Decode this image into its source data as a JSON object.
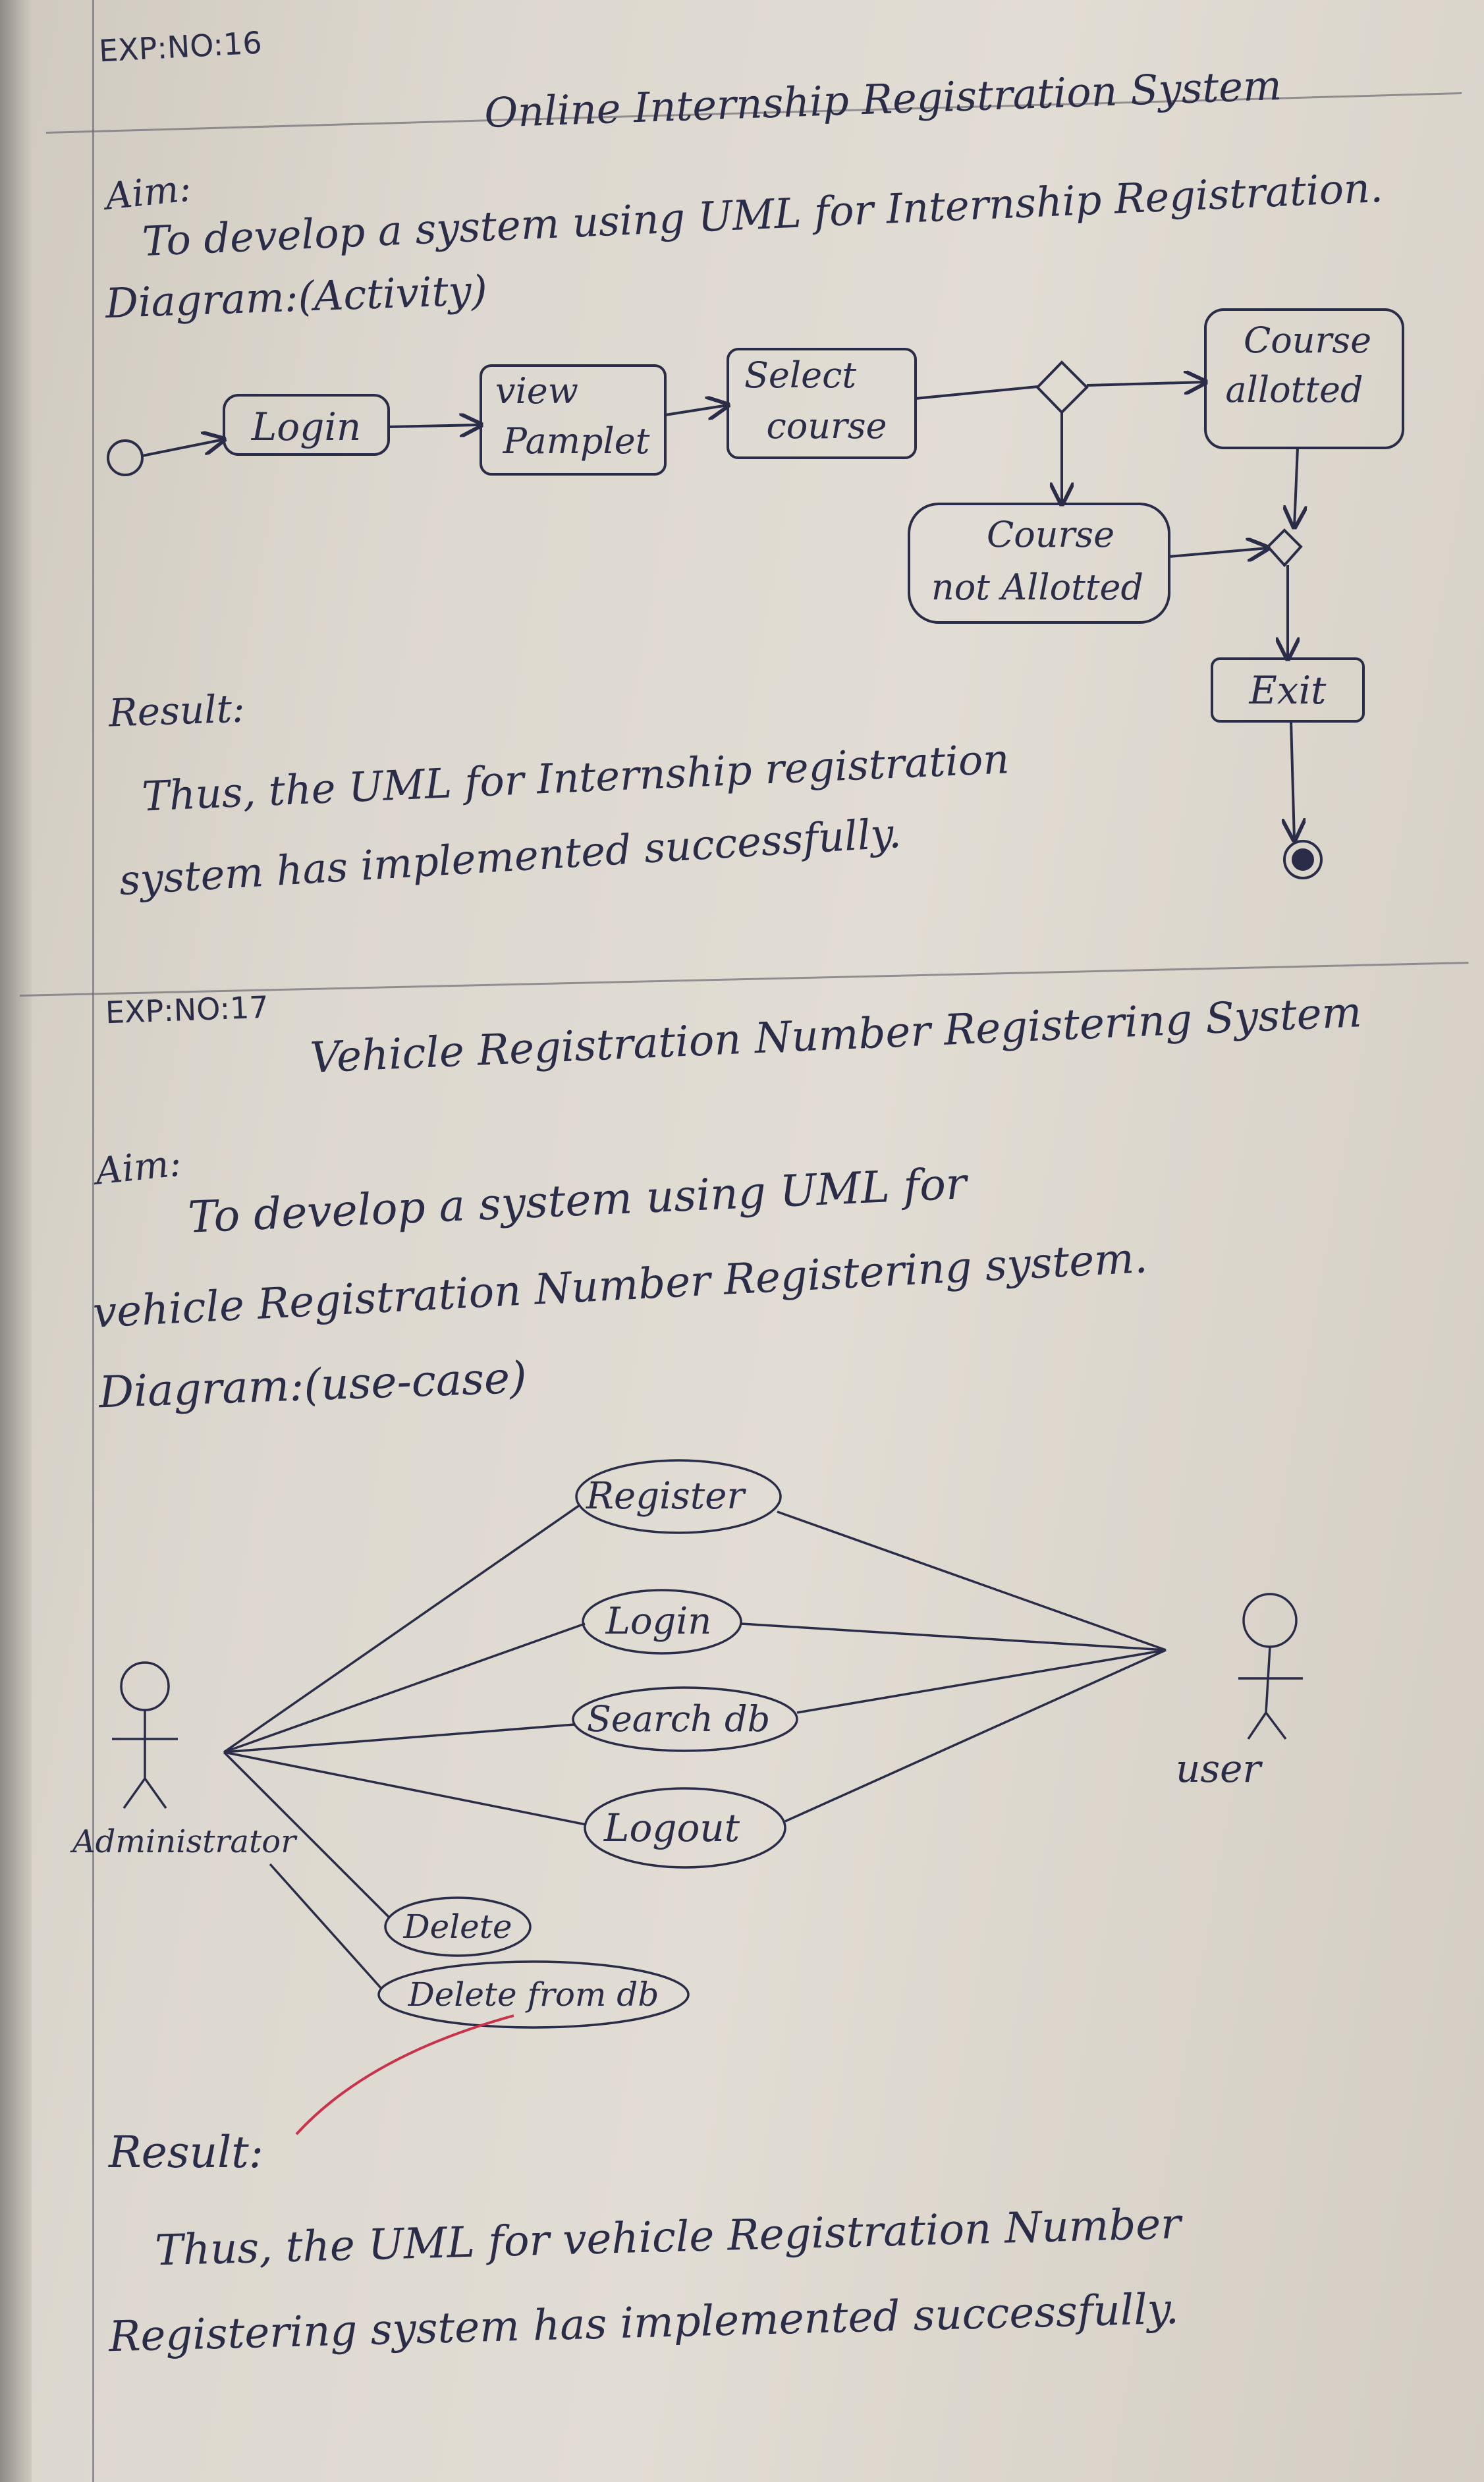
{
  "exp16": {
    "number": "EXP:NO:16",
    "title": "Online Internship Registration System",
    "aim_label": "Aim:",
    "aim_text": "To develop a system using UML for Internship Registration.",
    "diagram_label": "Diagram:(Activity)",
    "activity_nodes": {
      "login": "Login",
      "view_pamplet_line1": "view",
      "view_pamplet_line2": "Pamplet",
      "select_course_line1": "Select",
      "select_course_line2": "course",
      "course_allotted_line1": "Course",
      "course_allotted_line2": "allotted",
      "course_not_allotted_line1": "Course",
      "course_not_allotted_line2": "not Allotted",
      "exit": "Exit"
    },
    "result_label": "Result:",
    "result_line1": "Thus, the UML for Internship registration",
    "result_line2": "system has implemented successfully."
  },
  "exp17": {
    "number": "EXP:NO:17",
    "title": "Vehicle Registration Number Registering System",
    "aim_label": "Aim:",
    "aim_line1": "To develop a system using UML for",
    "aim_line2": "vehicle Registration Number Registering system.",
    "diagram_label": "Diagram:(use-case)",
    "actors": {
      "administrator": "Administrator",
      "user": "user"
    },
    "use_cases": {
      "register": "Register",
      "login": "Login",
      "search_db": "Search db",
      "logout": "Logout",
      "delete": "Delete",
      "delete_from_db": "Delete from db"
    },
    "result_label": "Result:",
    "result_line1": "Thus, the UML for vehicle Registration Number",
    "result_line2": "Registering system has implemented successfully."
  },
  "colors": {
    "ink": "#2a2c48",
    "paper": "#e2ddd4",
    "margin_line": "#6f6c74",
    "red_tick": "#c8324a"
  }
}
